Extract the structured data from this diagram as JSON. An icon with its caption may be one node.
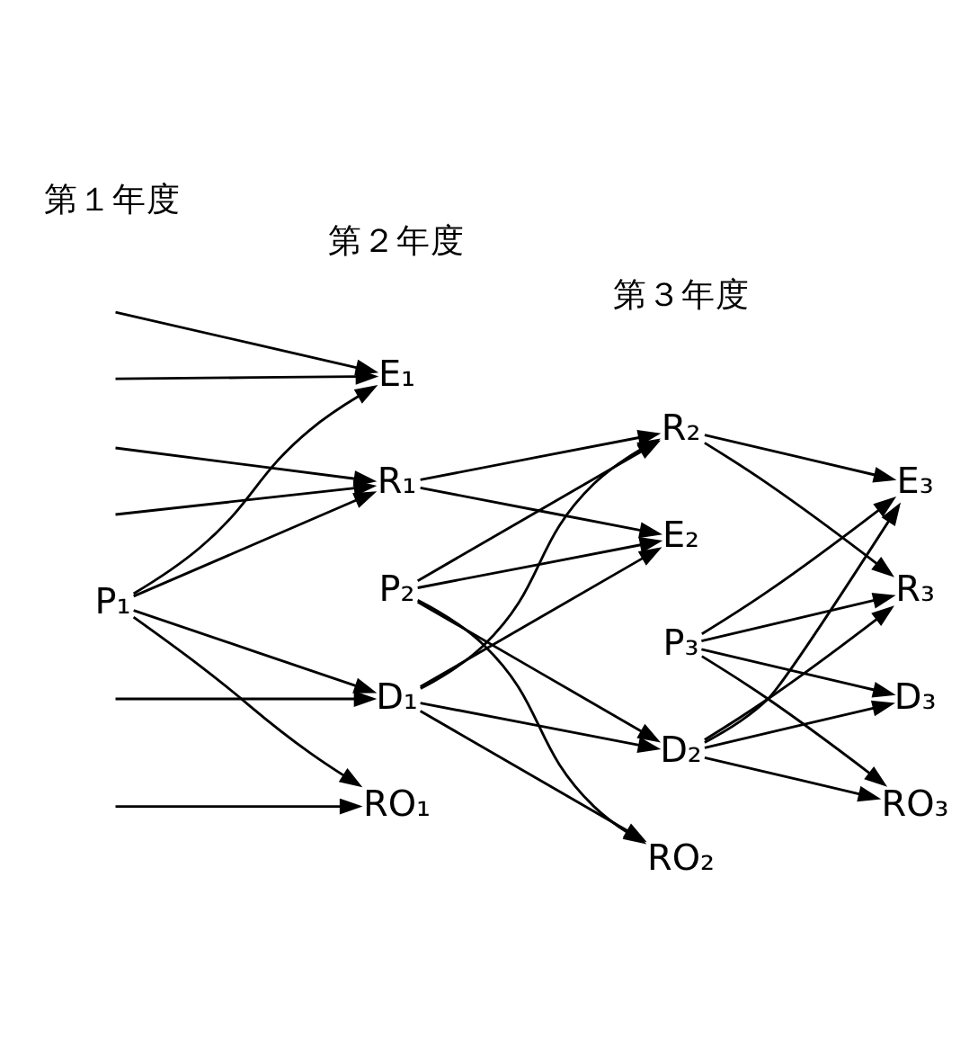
{
  "diagram": {
    "nodes": [
      {
        "text": [
          "P₁"
        ]
      },
      {
        "text": [
          "E₁"
        ]
      },
      {
        "text": [
          "R₁"
        ]
      },
      {
        "text": [
          "D₁"
        ]
      },
      {
        "text": [
          "RO₁"
        ]
      },
      {
        "text": [
          "P₂"
        ]
      },
      {
        "text": [
          "E₂"
        ]
      },
      {
        "text": [
          "R₂"
        ]
      },
      {
        "text": [
          "D₂"
        ]
      },
      {
        "text": [
          "RO₂"
        ]
      },
      {
        "text": [
          "P₃"
        ]
      },
      {
        "text": [
          "E₃"
        ]
      },
      {
        "text": [
          "R₃"
        ]
      },
      {
        "text": [
          "D₃"
        ]
      },
      {
        "text": [
          "RO₃"
        ]
      }
    ],
    "edges": [
      {
        "from": 0,
        "to": 1,
        "arrow": "to"
      },
      {
        "from": 0,
        "to": 2,
        "arrow": "to"
      },
      {
        "from": 0,
        "to": 3,
        "arrow": "to"
      },
      {
        "from": 0,
        "to": 4,
        "arrow": "to"
      },
      {
        "from": null,
        "to": 1,
        "arrow": "to"
      },
      {
        "from": null,
        "to": 2,
        "arrow": "to"
      },
      {
        "from": null,
        "to": 1,
        "arrow": "to"
      },
      {
        "from": null,
        "to": 2,
        "arrow": "to"
      },
      {
        "from": null,
        "to": 3,
        "arrow": "to"
      },
      {
        "from": null,
        "to": 4,
        "arrow": "to"
      },
      {
        "from": 5,
        "to": 6,
        "arrow": "to"
      },
      {
        "from": 5,
        "to": 7,
        "arrow": "to"
      },
      {
        "from": 5,
        "to": 8,
        "arrow": "to"
      },
      {
        "from": 5,
        "to": 9,
        "arrow": "to"
      },
      {
        "from": 2,
        "to": 6,
        "arrow": "to"
      },
      {
        "from": 2,
        "to": 7,
        "arrow": "to"
      },
      {
        "from": 3,
        "to": 6,
        "arrow": "to"
      },
      {
        "from": 3,
        "to": 7,
        "arrow": "to"
      },
      {
        "from": 3,
        "to": 8,
        "arrow": "to"
      },
      {
        "from": 3,
        "to": 9,
        "arrow": "to"
      },
      {
        "from": 10,
        "to": 11,
        "arrow": "to"
      },
      {
        "from": 10,
        "to": 12,
        "arrow": "to"
      },
      {
        "from": 10,
        "to": 13,
        "arrow": "to"
      },
      {
        "from": 10,
        "to": 14,
        "arrow": "to"
      },
      {
        "from": 7,
        "to": 11,
        "arrow": "to"
      },
      {
        "from": 7,
        "to": 12,
        "arrow": "to"
      },
      {
        "from": 8,
        "to": 11,
        "arrow": "to"
      },
      {
        "from": 8,
        "to": 12,
        "arrow": "to"
      },
      {
        "from": 8,
        "to": 13,
        "arrow": "to"
      },
      {
        "from": 8,
        "to": 14,
        "arrow": "to"
      }
    ],
    "labels": [
      "第１年度",
      "第２年度",
      "第３年度"
    ]
  }
}
